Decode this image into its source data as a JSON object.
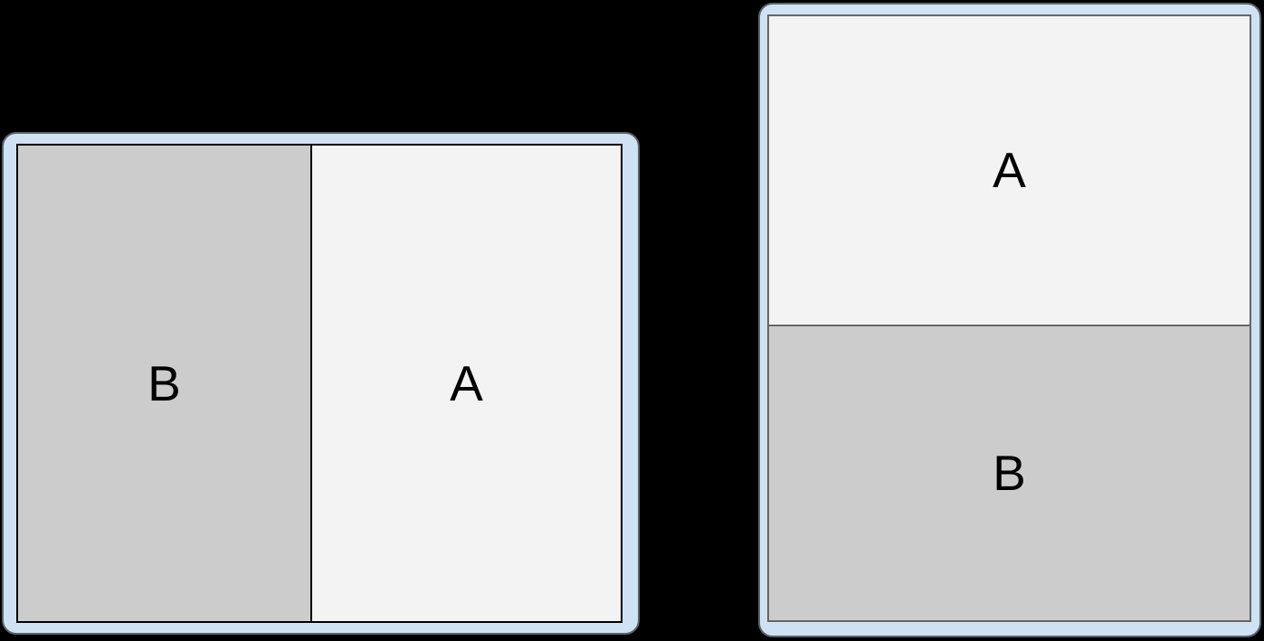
{
  "colors": {
    "canvas_background": "#000000",
    "frame_fill": "#cfe2f3",
    "frame_border": "#5a636b",
    "pane_a_fill": "#f3f3f3",
    "pane_b_fill": "#cccccc",
    "divider_landscape": "#000000",
    "divider_portrait": "#666666",
    "label_color": "#000000"
  },
  "landscape_device": {
    "panes": [
      {
        "label": "B"
      },
      {
        "label": "A"
      }
    ]
  },
  "portrait_device": {
    "panes": [
      {
        "label": "A"
      },
      {
        "label": "B"
      }
    ]
  }
}
